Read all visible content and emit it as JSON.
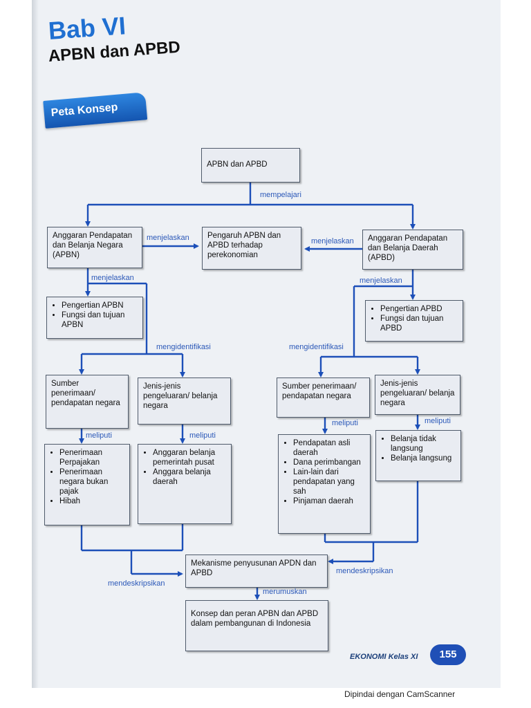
{
  "chapter": {
    "number": "Bab VI",
    "title": "APBN dan APBD"
  },
  "section_tag": "Peta Konsep",
  "concept_map": {
    "root": "APBN dan APBD",
    "apbn": "Anggaran Pendapatan dan Belanja Negara (APBN)",
    "pengaruh": "Pengaruh APBN dan APBD terhadap perekonomian",
    "apbd": "Anggaran Pendapatan dan Belanja Daerah (APBD)",
    "apbn_def": [
      "Pengertian APBN",
      "Fungsi dan tujuan APBN"
    ],
    "apbd_def": [
      "Pengertian APBD",
      "Fungsi dan tujuan APBD"
    ],
    "apbn_sumber": "Sumber penerimaan/ pendapatan negara",
    "apbn_jenis": "Jenis-jenis pengeluaran/ belanja negara",
    "apbd_sumber": "Sumber penerimaan/ pendapatan negara",
    "apbd_jenis": "Jenis-jenis pengeluaran/ belanja negara",
    "apbn_sumber_items": [
      "Penerimaan Perpajakan",
      "Penerimaan negara bukan pajak",
      "Hibah"
    ],
    "apbn_jenis_items": [
      "Anggaran belanja pemerintah pusat",
      "Anggara belanja daerah"
    ],
    "apbd_sumber_items": [
      "Pendapatan asli daerah",
      "Dana perimbangan",
      "Lain-lain dari pendapatan yang sah",
      "Pinjaman daerah"
    ],
    "apbd_jenis_items": [
      "Belanja tidak langsung",
      "Belanja langsung"
    ],
    "mekanisme": "Mekanisme penyusunan APDN dan APBD",
    "konsep": "Konsep dan peran APBN dan APBD dalam pembangunan di Indonesia"
  },
  "edge_labels": {
    "mempelajari": "mempelajari",
    "menjelaskan": "menjelaskan",
    "mengidentifikasi": "mengidentifikasi",
    "meliputi": "meliputi",
    "mendeskripsikan": "mendeskripsikan",
    "merumuskan": "merumuskan"
  },
  "footer": {
    "subject": "EKONOMI Kelas XI",
    "page_number": "155"
  },
  "scanner_note": "Dipindai dengan CamScanner",
  "colors": {
    "accent": "#1f6fd1",
    "arrow": "#1c4fb8",
    "label": "#2b58b8",
    "badge": "#1f4fb6"
  }
}
